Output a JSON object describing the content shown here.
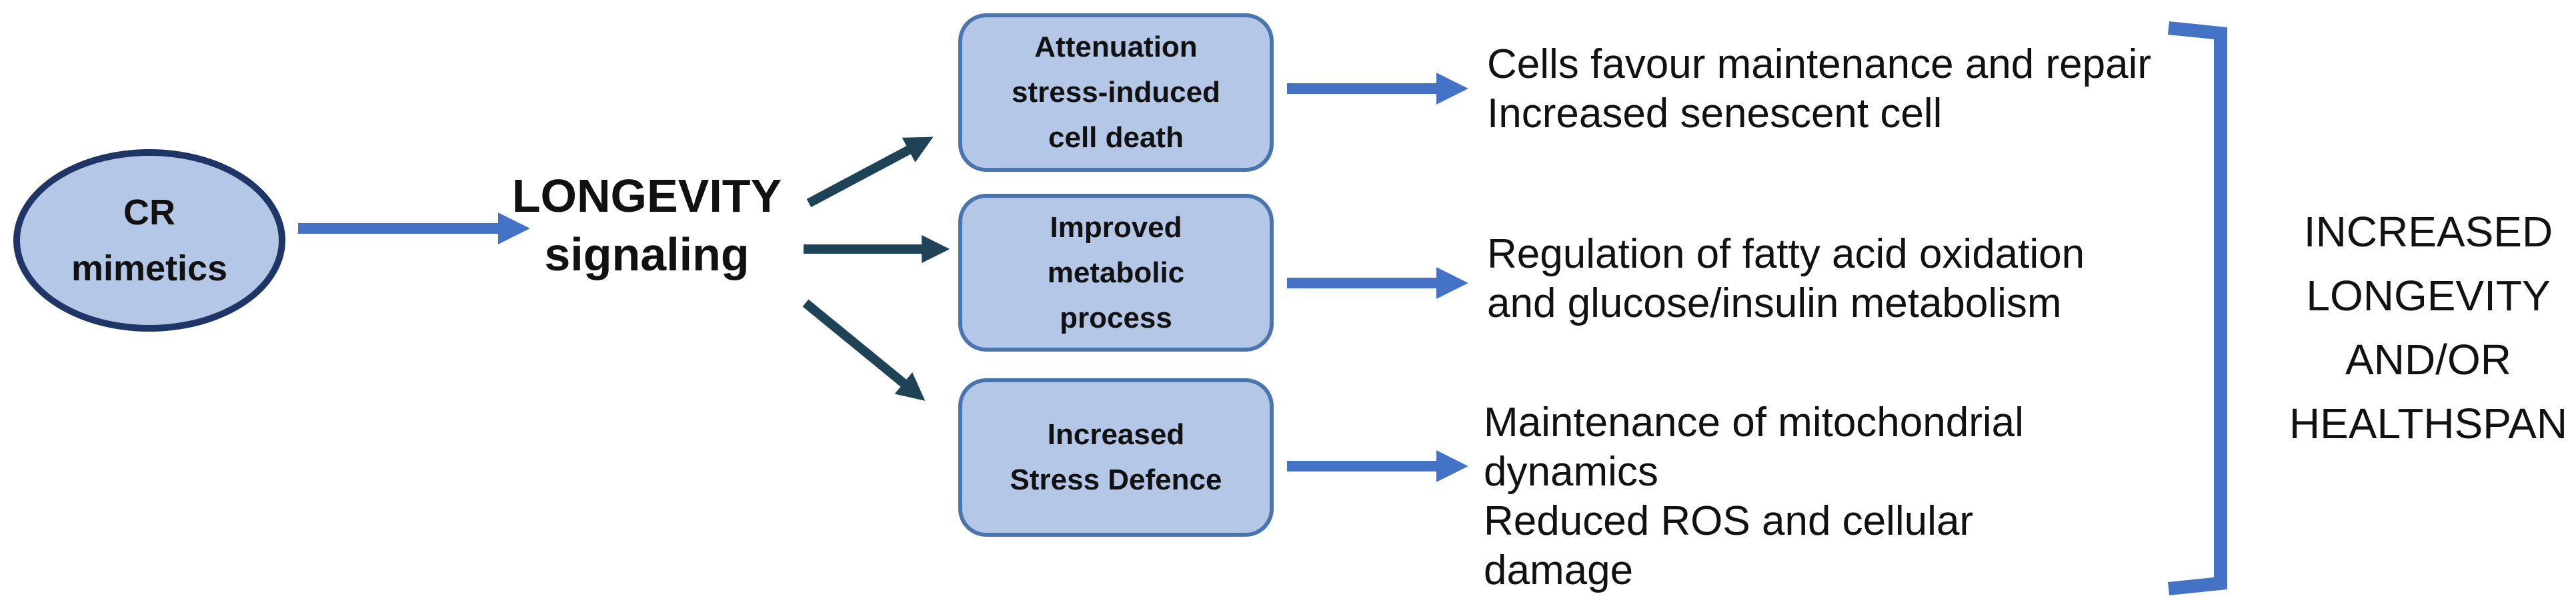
{
  "diagram": {
    "source": {
      "label": "CR\nmimetics"
    },
    "hub": {
      "label": "LONGEVITY\nsignaling"
    },
    "boxes": [
      {
        "label": "Attenuation\nstress-induced\ncell death"
      },
      {
        "label": "Improved\nmetabolic\nprocess"
      },
      {
        "label": "Increased\nStress Defence"
      }
    ],
    "outcomes": [
      {
        "text": "Cells favour maintenance and repair\nIncreased senescent cell"
      },
      {
        "text": "Regulation of fatty acid oxidation\nand glucose/insulin metabolism"
      },
      {
        "text": "Maintenance of mitochondrial\ndynamics\nReduced ROS and cellular\ndamage"
      }
    ],
    "result": {
      "label": "INCREASED\nLONGEVITY\nAND/OR\nHEALTHSPAN"
    },
    "colors": {
      "node_fill": "#b4c7e7",
      "ellipse_border": "#1e3566",
      "box_border": "#4a74ae",
      "arrow_blue": "#4472c4",
      "arrow_teal": "#1e4356",
      "bracket": "#4472c4",
      "text": "#111111"
    }
  }
}
